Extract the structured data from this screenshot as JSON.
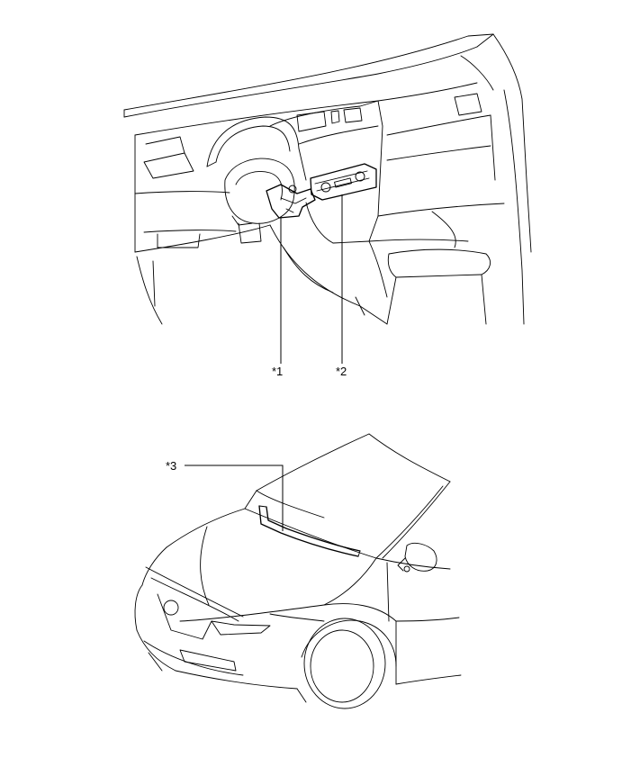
{
  "callouts": {
    "c1": "*1",
    "c2": "*2",
    "c3": "*3"
  }
}
